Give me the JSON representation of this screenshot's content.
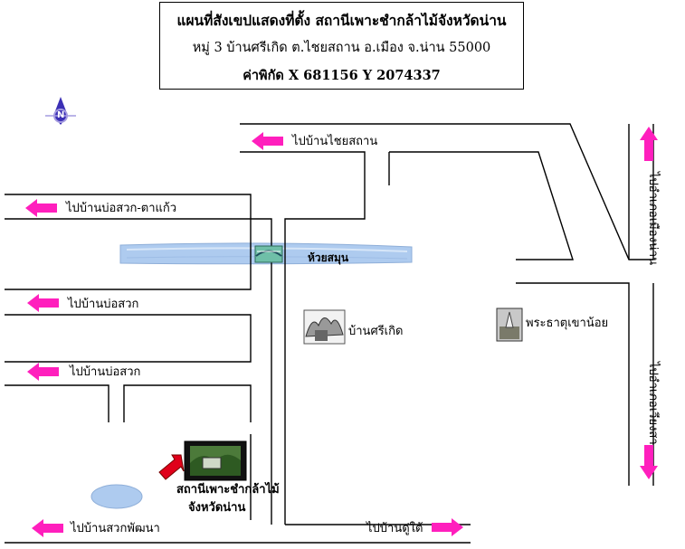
{
  "title": {
    "line1": "แผนที่สังเขปแสดงที่ตั้ง สถานีเพาะชำกล้าไม้จังหวัดน่าน",
    "line2": "หมู่ 3 บ้านศรีเกิด ต.ไชยสถาน อ.เมือง จ.น่าน 55000",
    "line3": "ค่าพิกัด X 681156  Y 2074337"
  },
  "compass": {
    "letter": "N",
    "icon": "north-arrow-icon"
  },
  "roads": {
    "to_chai_sathan": "ไปบ้านไชยสถาน",
    "to_bo_suak_ta_kaeo": "ไปบ้านบ่อสวก-ตาแก้ว",
    "to_bo_suak_1": "ไปบ้านบ่อสวก",
    "to_bo_suak_2": "ไปบ้านบ่อสวก",
    "to_suak_phatthana": "ไปบ้านสวกพัฒนา",
    "to_du_tai": "ไปบ้านดู่ใต้",
    "to_amphoe_nan": "ไปอำเภอเมืองน่าน",
    "to_amphoe_wiang_sa": "ไปอำเภอเวียงสา"
  },
  "places": {
    "stream": "ห้วยสมุน",
    "village": "บ้านศรีเกิด",
    "temple": "พระธาตุเขาน้อย",
    "station_line1": "สถานีเพาะชำกล้าไม้",
    "station_line2": "จังหวัดน่าน"
  },
  "colors": {
    "arrow": "#ff1fbd",
    "water": "#a9c8ee",
    "road_line": "#000000",
    "pointer": "#e0001a",
    "compass": "#3b2fb5"
  }
}
